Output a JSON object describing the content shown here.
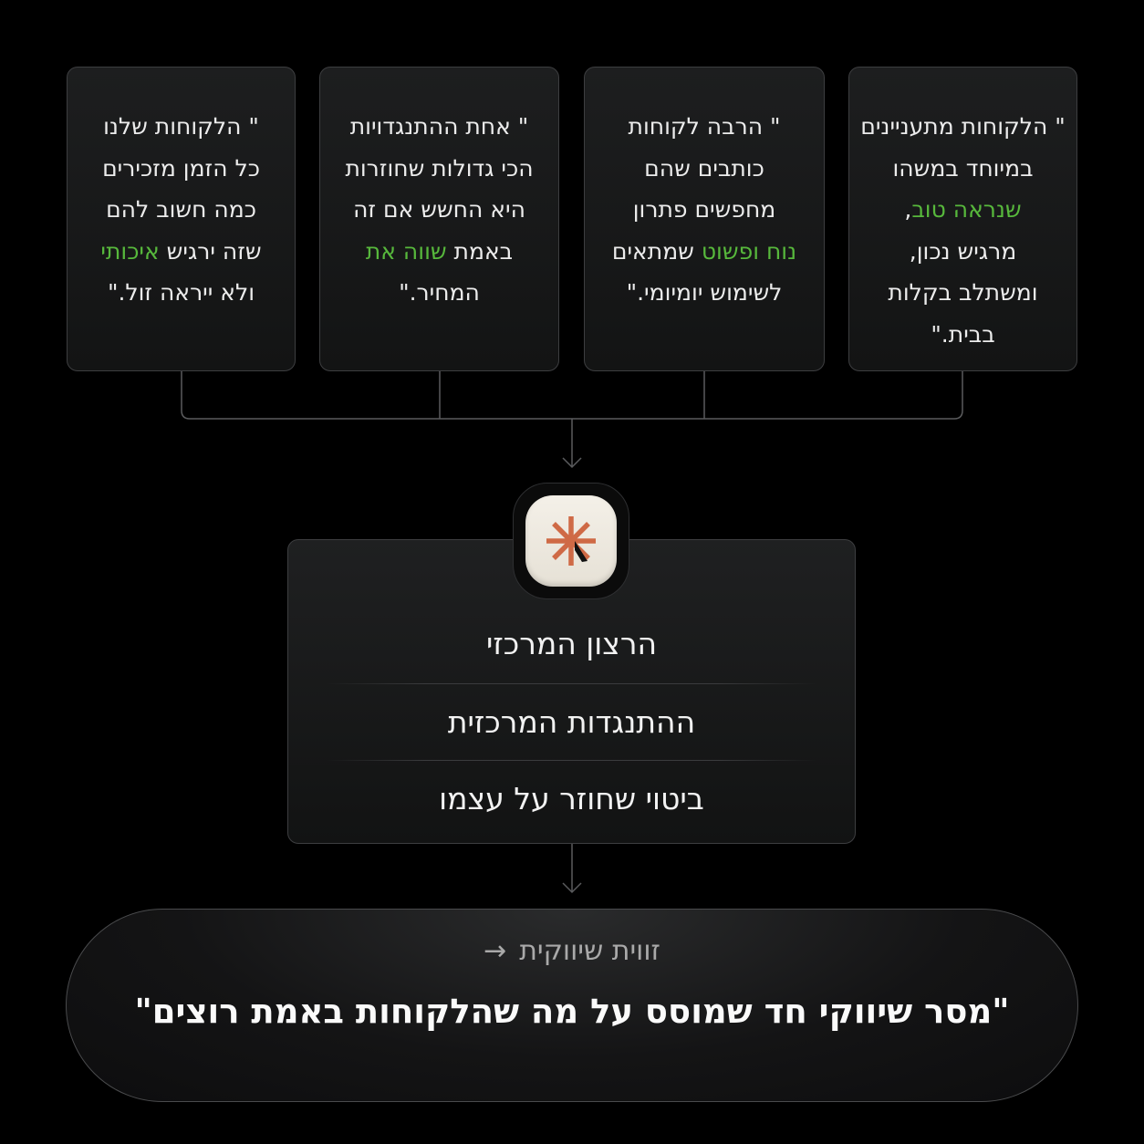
{
  "cards": [
    {
      "lines": [
        [
          {
            "t": "\" הלקוחות מתעניינים"
          }
        ],
        [
          {
            "t": "במיוחד במשהו"
          }
        ],
        [
          {
            "t": "שנראה טוב",
            "hl": true
          },
          {
            "t": ","
          }
        ],
        [
          {
            "t": "מרגיש נכון,"
          }
        ],
        [
          {
            "t": "ומשתלב בקלות"
          }
        ],
        [
          {
            "t": "בבית.\""
          }
        ]
      ]
    },
    {
      "lines": [
        [
          {
            "t": "\" הרבה לקוחות"
          }
        ],
        [
          {
            "t": "כותבים שהם"
          }
        ],
        [
          {
            "t": "מחפשים פתרון"
          }
        ],
        [
          {
            "t": "נוח ופשוט",
            "hl": true
          },
          {
            "t": " שמתאים"
          }
        ],
        [
          {
            "t": "לשימוש יומיומי.\""
          }
        ]
      ]
    },
    {
      "lines": [
        [
          {
            "t": "\" אחת ההתנגדויות"
          }
        ],
        [
          {
            "t": "הכי גדולות שחוזרות"
          }
        ],
        [
          {
            "t": "היא החשש אם זה"
          }
        ],
        [
          {
            "t": "באמת "
          },
          {
            "t": "שווה את",
            "hl": true
          }
        ],
        [
          {
            "t": "המחיר.\""
          }
        ]
      ]
    },
    {
      "lines": [
        [
          {
            "t": "\" הלקוחות שלנו"
          }
        ],
        [
          {
            "t": "כל הזמן מזכירים"
          }
        ],
        [
          {
            "t": "כמה חשוב להם"
          }
        ],
        [
          {
            "t": "שזה ירגיש "
          },
          {
            "t": "איכותי",
            "hl": true
          }
        ],
        [
          {
            "t": "ולא ייראה זול.\""
          }
        ]
      ]
    }
  ],
  "center": {
    "items": [
      "הרצון המרכזי",
      "ההתנגדות המרכזית",
      "ביטוי שחוזר על עצמו"
    ]
  },
  "logo": {
    "icon": "asterisk-sparkle-icon",
    "color": "#cf6a46"
  },
  "result": {
    "label": "זווית שיווקית",
    "arrow": "→",
    "quote": "\"מסר שיווקי חד שמוסס על מה שהלקוחות באמת רוצים\""
  },
  "colors": {
    "accent": "#57b83c",
    "background": "#000000"
  }
}
